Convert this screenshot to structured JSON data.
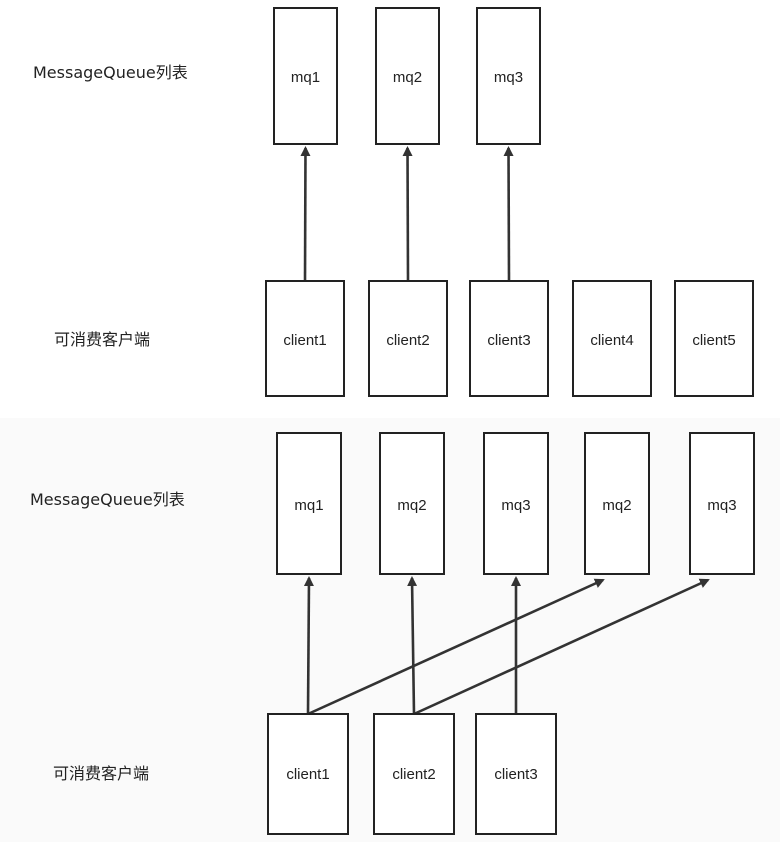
{
  "panels": [
    {
      "id": "top",
      "queue_row_label": "MessageQueue列表",
      "client_row_label": "可消费客户端",
      "queues": [
        "mq1",
        "mq2",
        "mq3"
      ],
      "clients": [
        "client1",
        "client2",
        "client3",
        "client4",
        "client5"
      ],
      "edges": [
        {
          "from": 0,
          "to": 0
        },
        {
          "from": 1,
          "to": 1
        },
        {
          "from": 2,
          "to": 2
        }
      ]
    },
    {
      "id": "bottom",
      "queue_row_label": "MessageQueue列表",
      "client_row_label": "可消费客户端",
      "queues": [
        "mq1",
        "mq2",
        "mq3",
        "mq2",
        "mq3"
      ],
      "clients": [
        "client1",
        "client2",
        "client3"
      ],
      "edges": [
        {
          "from": 0,
          "to": 0
        },
        {
          "from": 1,
          "to": 1
        },
        {
          "from": 2,
          "to": 2
        },
        {
          "from": 0,
          "to": 3
        },
        {
          "from": 1,
          "to": 4
        }
      ]
    }
  ],
  "colors": {
    "stroke": "#222222",
    "arrow": "#333333",
    "background": "#ffffff"
  }
}
